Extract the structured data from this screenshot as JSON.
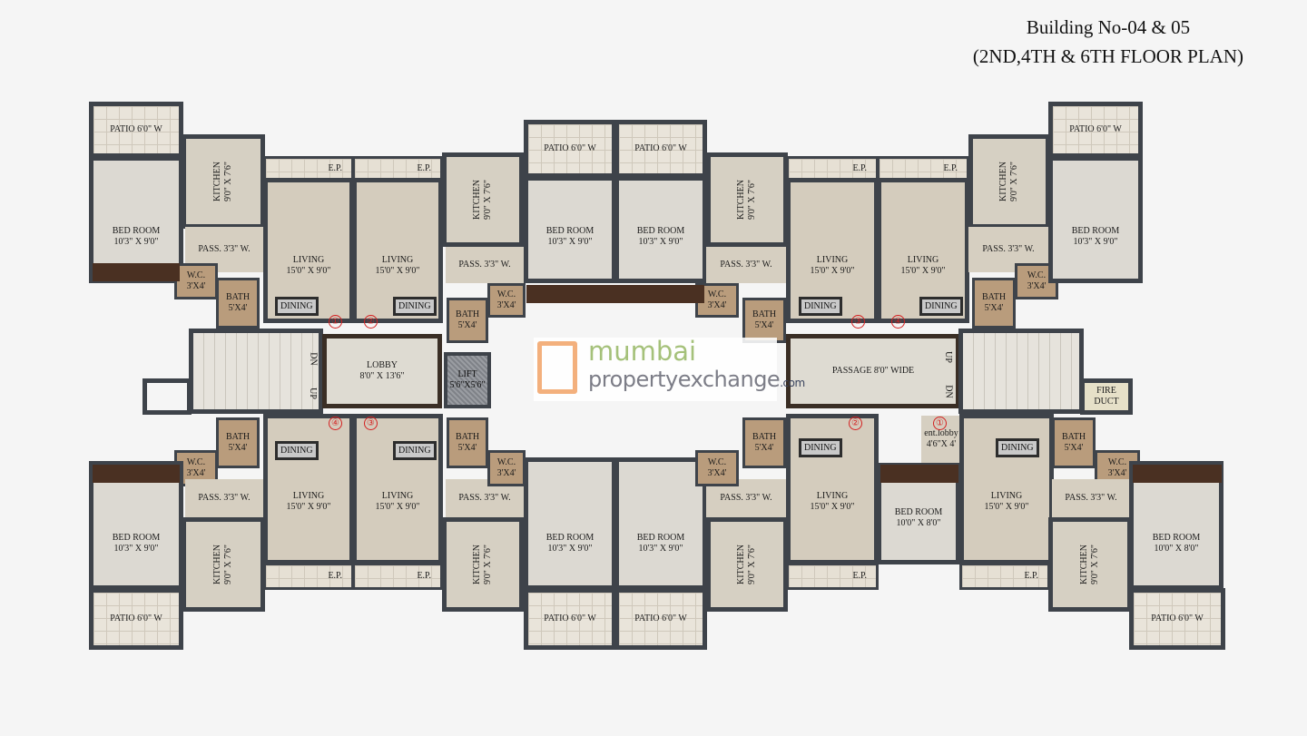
{
  "title": {
    "line1": "Building No-04 & 05",
    "line2": "(2ND,4TH & 6TH FLOOR  PLAN)"
  },
  "watermark": {
    "line1": "mumbai",
    "line2": "propertyexchange",
    "suffix": ".com"
  },
  "colors": {
    "wall": "#3e434a",
    "floor": "#d9d3c7",
    "door_marker": "#d42020",
    "watermark_green": "#a5c17a",
    "watermark_orange": "#f3b07d"
  },
  "rooms": [
    {
      "type": "patio",
      "name": "PATIO 6'0\" W",
      "size": ""
    },
    {
      "type": "bed",
      "name": "BED ROOM",
      "size": "10'3\" X 9'0\""
    },
    {
      "type": "kitchen",
      "name": "KITCHEN",
      "size": "9'0\" X 7'6\""
    },
    {
      "type": "ep",
      "name": "E.P.",
      "size": ""
    },
    {
      "type": "pass",
      "name": "PASS. 3'3\" W.",
      "size": ""
    },
    {
      "type": "living",
      "name": "LIVING",
      "size": "15'0\" X 9'0\""
    },
    {
      "type": "wet",
      "name": "W.C.",
      "size": "3'X4'"
    },
    {
      "type": "wet",
      "name": "BATH",
      "size": "5'X4'"
    },
    {
      "type": "ep",
      "name": "E.P.",
      "size": ""
    },
    {
      "type": "living",
      "name": "LIVING",
      "size": "15'0\" X 9'0\""
    },
    {
      "type": "kitchen",
      "name": "KITCHEN",
      "size": "9'0\" X 7'6\""
    },
    {
      "type": "pass",
      "name": "PASS. 3'3\" W.",
      "size": ""
    },
    {
      "type": "wet",
      "name": "W.C.",
      "size": "3'X4'"
    },
    {
      "type": "wet",
      "name": "BATH",
      "size": "5'X4'"
    },
    {
      "type": "patio",
      "name": "PATIO 6'0\" W",
      "size": ""
    },
    {
      "type": "bed",
      "name": "BED ROOM",
      "size": "10'3\" X 9'0\""
    },
    {
      "type": "patio",
      "name": "PATIO 6'0\" W",
      "size": ""
    },
    {
      "type": "bed",
      "name": "BED ROOM",
      "size": "10'3\" X 9'0\""
    },
    {
      "type": "kitchen",
      "name": "KITCHEN",
      "size": "9'0\" X 7'6\""
    },
    {
      "type": "pass",
      "name": "PASS. 3'3\" W.",
      "size": ""
    },
    {
      "type": "wet",
      "name": "W.C.",
      "size": "3'X4'"
    },
    {
      "type": "wet",
      "name": "BATH",
      "size": "5'X4'"
    },
    {
      "type": "ep",
      "name": "E.P.",
      "size": ""
    },
    {
      "type": "living",
      "name": "LIVING",
      "size": "15'0\" X 9'0\""
    },
    {
      "type": "ep",
      "name": "E.P.",
      "size": ""
    },
    {
      "type": "living",
      "name": "LIVING",
      "size": "15'0\" X 9'0\""
    },
    {
      "type": "kitchen",
      "name": "KITCHEN",
      "size": "9'0\" X 7'6\""
    },
    {
      "type": "pass",
      "name": "PASS. 3'3\" W.",
      "size": ""
    },
    {
      "type": "wet",
      "name": "BATH",
      "size": "5'X4'"
    },
    {
      "type": "wet",
      "name": "W.C.",
      "size": "3'X4'"
    },
    {
      "type": "bed",
      "name": "BED ROOM",
      "size": "10'3\" X 9'0\""
    },
    {
      "type": "patio",
      "name": "PATIO 6'0\" W",
      "size": ""
    },
    {
      "type": "stair",
      "name": "",
      "size": ""
    },
    {
      "type": "blank",
      "name": "",
      "size": ""
    },
    {
      "type": "lobby",
      "name": "LOBBY",
      "size": "8'0\" X 13'6\""
    },
    {
      "type": "lift",
      "name": "LIFT",
      "size": "5'6\"X5'6\""
    },
    {
      "type": "lobby",
      "name": "PASSAGE 8'0\" WIDE",
      "size": ""
    },
    {
      "type": "stair",
      "name": "",
      "size": ""
    },
    {
      "type": "duct",
      "name": "FIRE DUCT",
      "size": ""
    },
    {
      "type": "wet",
      "name": "BATH",
      "size": "5'X4'"
    },
    {
      "type": "wet",
      "name": "W.C.",
      "size": "3'X4'"
    },
    {
      "type": "bed",
      "name": "BED ROOM",
      "size": "10'3\" X 9'0\""
    },
    {
      "type": "patio",
      "name": "PATIO 6'0\" W",
      "size": ""
    },
    {
      "type": "kitchen",
      "name": "KITCHEN",
      "size": "9'0\" X 7'6\""
    },
    {
      "type": "pass",
      "name": "PASS. 3'3\" W.",
      "size": ""
    },
    {
      "type": "living",
      "name": "LIVING",
      "size": "15'0\" X 9'0\""
    },
    {
      "type": "ep",
      "name": "E.P.",
      "size": ""
    },
    {
      "type": "living",
      "name": "LIVING",
      "size": "15'0\" X 9'0\""
    },
    {
      "type": "ep",
      "name": "E.P.",
      "size": ""
    },
    {
      "type": "kitchen",
      "name": "KITCHEN",
      "size": "9'0\" X 7'6\""
    },
    {
      "type": "pass",
      "name": "PASS. 3'3\" W.",
      "size": ""
    },
    {
      "type": "wet",
      "name": "BATH",
      "size": "5'X4'"
    },
    {
      "type": "wet",
      "name": "W.C.",
      "size": "3'X4'"
    },
    {
      "type": "bed",
      "name": "BED ROOM",
      "size": "10'3\" X 9'0\""
    },
    {
      "type": "patio",
      "name": "PATIO 6'0\" W",
      "size": ""
    },
    {
      "type": "bed",
      "name": "BED ROOM",
      "size": "10'3\" X 9'0\""
    },
    {
      "type": "patio",
      "name": "PATIO 6'0\" W",
      "size": ""
    },
    {
      "type": "kitchen",
      "name": "KITCHEN",
      "size": "9'0\" X 7'6\""
    },
    {
      "type": "pass",
      "name": "PASS. 3'3\" W.",
      "size": ""
    },
    {
      "type": "wet",
      "name": "W.C.",
      "size": "3'X4'"
    },
    {
      "type": "wet",
      "name": "BATH",
      "size": "5'X4'"
    },
    {
      "type": "living",
      "name": "LIVING",
      "size": "15'0\" X 9'0\""
    },
    {
      "type": "ep",
      "name": "E.P.",
      "size": ""
    },
    {
      "type": "bed",
      "name": "BED ROOM",
      "size": "10'0\" X 8'0\""
    },
    {
      "type": "pass",
      "name": "ent.lobby",
      "size": "4'6\"X 4'"
    },
    {
      "type": "living",
      "name": "LIVING",
      "size": "15'0\" X 9'0\""
    },
    {
      "type": "ep",
      "name": "E.P.",
      "size": ""
    },
    {
      "type": "wet",
      "name": "BATH",
      "size": "5'X4'"
    },
    {
      "type": "wet",
      "name": "W.C.",
      "size": "3'X4'"
    },
    {
      "type": "pass",
      "name": "PASS. 3'3\" W.",
      "size": ""
    },
    {
      "type": "kitchen",
      "name": "KITCHEN",
      "size": "9'0\" X 7'6\""
    },
    {
      "type": "bed",
      "name": "BED ROOM",
      "size": "10'0\" X 8'0\""
    },
    {
      "type": "patio",
      "name": "PATIO 6'0\" W",
      "size": ""
    }
  ],
  "dining_label": "DINING",
  "door_markers": [
    "①",
    "②",
    "③",
    "④",
    "④",
    "③",
    "②",
    "①"
  ],
  "stair_labels": {
    "up": "UP",
    "dn": "DN"
  }
}
